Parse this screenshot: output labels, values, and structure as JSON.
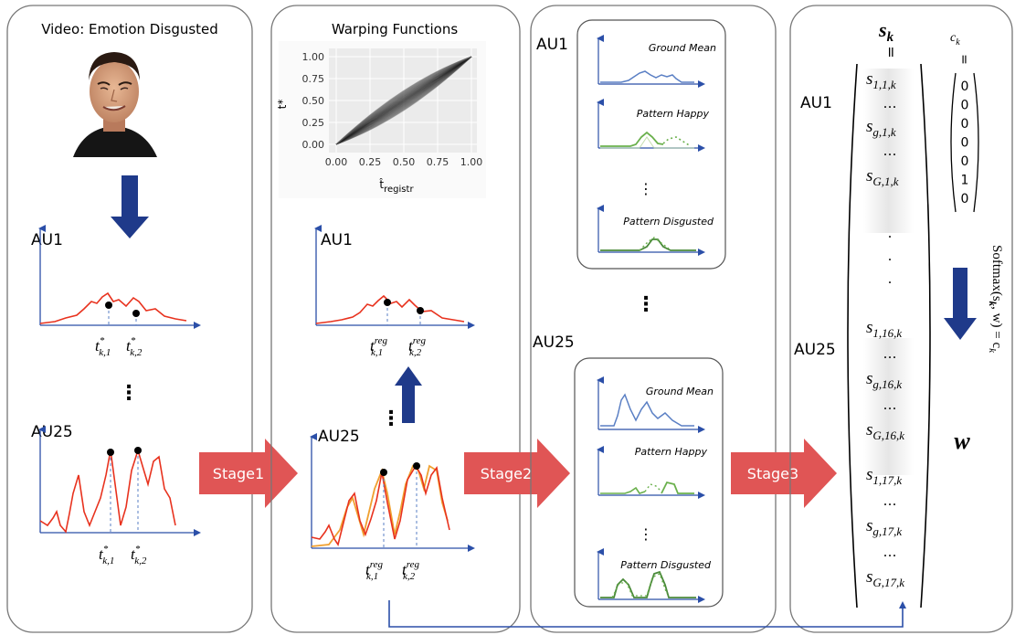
{
  "panel1": {
    "title": "Video: Emotion Disgusted",
    "au_top": "AU1",
    "au_bottom": "AU25",
    "dots": "⋮",
    "t1_base": "t",
    "t1_sup": "*",
    "t1_sub": "k,1",
    "t2_base": "t",
    "t2_sup": "*",
    "t2_sub": "k,2"
  },
  "panel2": {
    "title": "Warping Functions",
    "ylabel": "t*",
    "xlabel_base": "t̂",
    "xlabel_sub": "registr",
    "yticks": [
      "1.00",
      "0.75",
      "0.50",
      "0.25",
      "0.00"
    ],
    "xticks": [
      "0.00",
      "0.25",
      "0.50",
      "0.75",
      "1.00"
    ],
    "au_top": "AU1",
    "au_bottom": "AU25",
    "dots": "⋮",
    "t1_base": "t",
    "t1_sup": "reg",
    "t1_sub": "k,1",
    "t2_base": "t",
    "t2_sup": "reg",
    "t2_sub": "k,2"
  },
  "panel3": {
    "au_top": "AU1",
    "au_bottom": "AU25",
    "dots": "⋮",
    "box1": [
      "Ground Mean",
      "Pattern Happy",
      "Pattern Disgusted"
    ],
    "box2": [
      "Ground Mean",
      "Pattern Happy",
      "Pattern Disgusted"
    ],
    "inner_dots": "⋮"
  },
  "panel4": {
    "s_k": "s",
    "s_k_sub": "k",
    "c_k": "c",
    "c_k_sub": "k",
    "au_top": "AU1",
    "au_bottom": "AU25",
    "c_values": [
      "0",
      "0",
      "0",
      "0",
      "0",
      "1",
      "0"
    ],
    "vec_entries": [
      {
        "base": "s",
        "sub": "1,1,k"
      },
      {
        "base": "…",
        "sub": ""
      },
      {
        "base": "s",
        "sub": "g,1,k"
      },
      {
        "base": "…",
        "sub": ""
      },
      {
        "base": "s",
        "sub": "G,1,k"
      },
      {
        "base": ".",
        "sub": ""
      },
      {
        "base": ".",
        "sub": ""
      },
      {
        "base": ".",
        "sub": ""
      },
      {
        "base": "s",
        "sub": "1,16,k"
      },
      {
        "base": "…",
        "sub": ""
      },
      {
        "base": "s",
        "sub": "g,16,k"
      },
      {
        "base": "…",
        "sub": ""
      },
      {
        "base": "s",
        "sub": "G,16,k"
      },
      {
        "base": "s",
        "sub": "1,17,k"
      },
      {
        "base": "…",
        "sub": ""
      },
      {
        "base": "s",
        "sub": "g,17,k"
      },
      {
        "base": "…",
        "sub": ""
      },
      {
        "base": "s",
        "sub": "G,17,k"
      }
    ],
    "softmax_label": "Softmax(s",
    "softmax_sub": "k",
    "softmax_mid": ", w) = c",
    "softmax_end": "k",
    "w_label": "w"
  },
  "stages": [
    "Stage1",
    "Stage2",
    "Stage3"
  ],
  "colors": {
    "navy": "#1f3a8a",
    "red_curve": "#e8321e",
    "orange_curve": "#f0a030",
    "blue_curve": "#5a7fc4",
    "green_curve": "#6ab04c",
    "stage_arrow": "#e05555",
    "panel_border": "#777777"
  }
}
